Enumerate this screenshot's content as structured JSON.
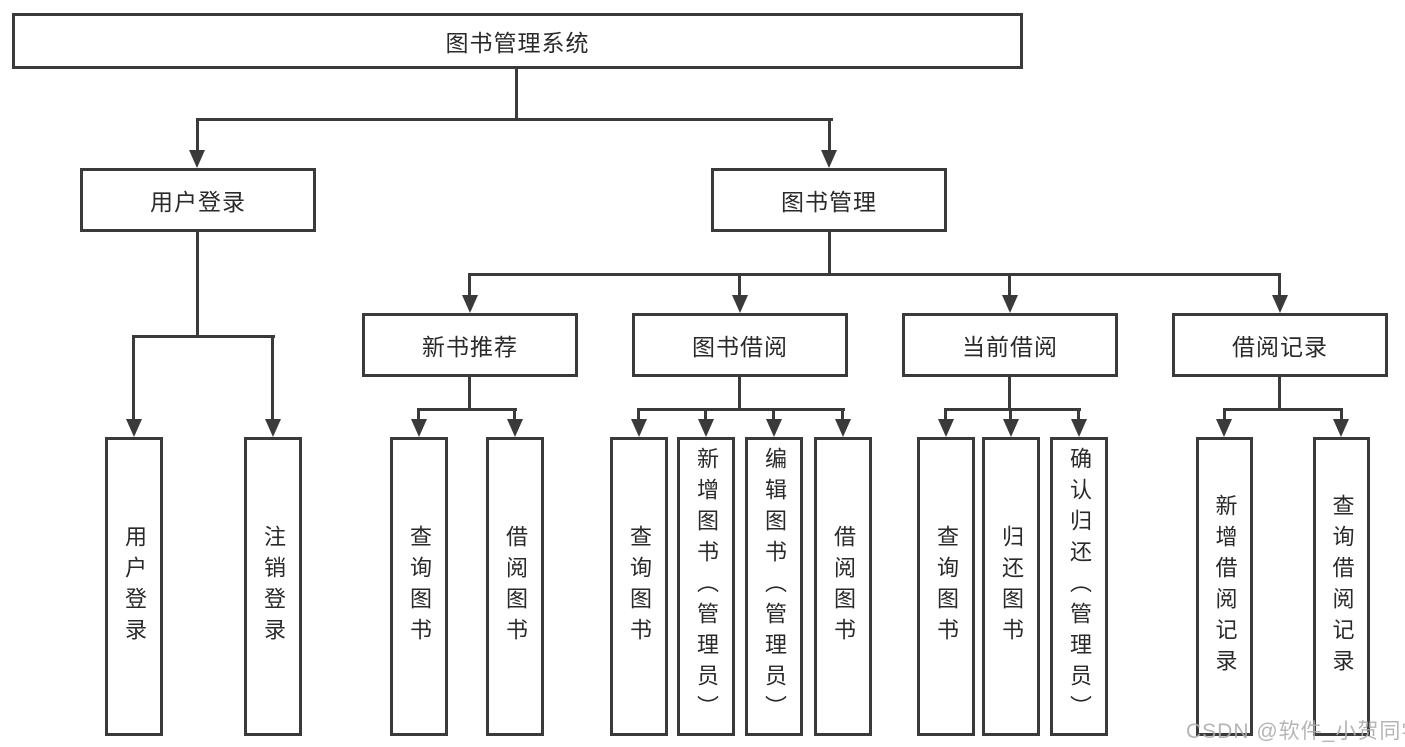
{
  "diagram_title": "图书管理系统",
  "colors": {
    "line": "#3a3a3a",
    "node_text": "#2a2a2a",
    "background": "#ffffff",
    "watermark": "#aeaeae"
  },
  "nodes": {
    "root": {
      "label": "图书管理系统"
    },
    "level2": [
      {
        "label": "用户登录"
      },
      {
        "label": "图书管理"
      }
    ],
    "level3": [
      {
        "label": "新书推荐"
      },
      {
        "label": "图书借阅"
      },
      {
        "label": "当前借阅"
      },
      {
        "label": "借阅记录"
      }
    ],
    "g1": [
      {
        "label": "用户登录"
      },
      {
        "label": "注销登录"
      }
    ],
    "g2": [
      {
        "label": "查询图书"
      },
      {
        "label": "借阅图书"
      }
    ],
    "g3": [
      {
        "label": "查询图书"
      },
      {
        "label": "新增图书（管理员）"
      },
      {
        "label": "编辑图书（管理员）"
      },
      {
        "label": "借阅图书"
      }
    ],
    "g4": [
      {
        "label": "查询图书"
      },
      {
        "label": "归还图书"
      },
      {
        "label": "确认归还（管理员）"
      }
    ],
    "g5": [
      {
        "label": "新增借阅记录"
      },
      {
        "label": "查询借阅记录"
      }
    ]
  },
  "watermark": {
    "text": "CSDN @软件_小贺同学"
  }
}
